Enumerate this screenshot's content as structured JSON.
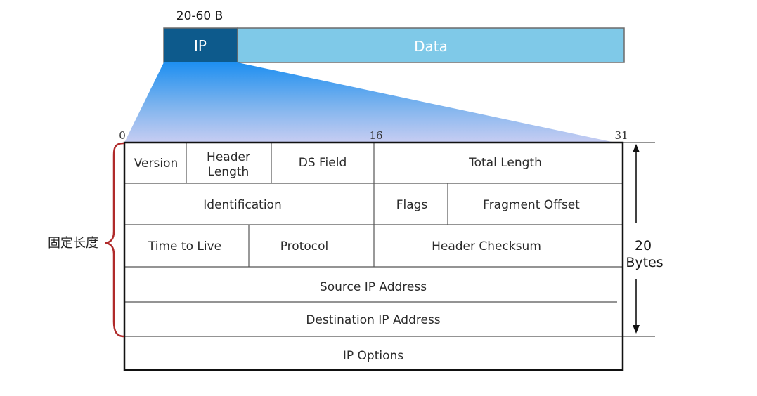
{
  "packet": {
    "size_label": "20-60 B",
    "ip_label": "IP",
    "data_label": "Data",
    "colors": {
      "ip_fill": "#0d5a8c",
      "data_fill": "#7fc9e8",
      "funnel_top": "#1e8ff0",
      "funnel_bottom": "#c7cdf2"
    }
  },
  "bit_marks": {
    "start": "0",
    "middle": "16",
    "end": "31"
  },
  "fields": {
    "version": "Version",
    "header_length_1": "Header",
    "header_length_2": "Length",
    "ds_field": "DS Field",
    "total_length": "Total Length",
    "identification": "Identification",
    "flags": "Flags",
    "fragment_offset": "Fragment Offset",
    "time_to_live": "Time to Live",
    "protocol": "Protocol",
    "header_checksum": "Header Checksum",
    "source_ip": "Source IP Address",
    "destination_ip": "Destination IP Address",
    "ip_options": "IP  Options"
  },
  "annotations": {
    "fixed_length": "固定长度",
    "bytes_count": "20",
    "bytes_unit": "Bytes",
    "brace_color": "#b02a2a"
  }
}
